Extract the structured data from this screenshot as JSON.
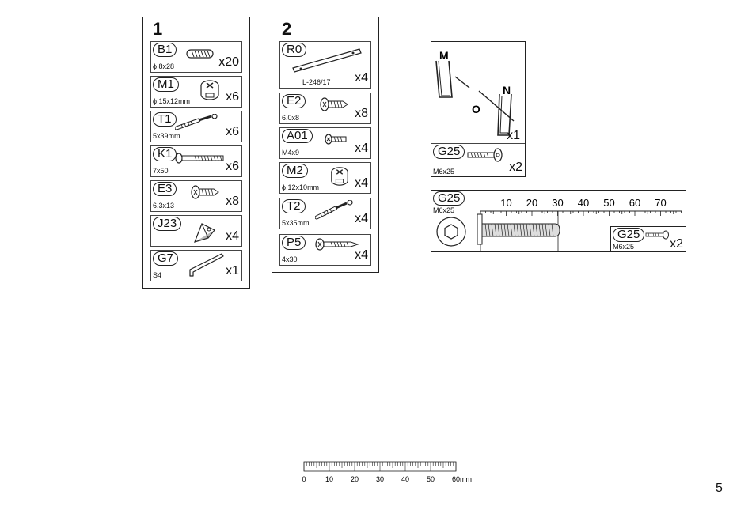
{
  "panel1": {
    "number": "1",
    "items": [
      {
        "code": "B1",
        "size": "ϕ 8x28",
        "qty": "x20",
        "icon": "dowel-icon"
      },
      {
        "code": "M1",
        "size": "ϕ 15x12mm",
        "qty": "x6",
        "icon": "cam-lock-icon"
      },
      {
        "code": "T1",
        "size": "5x39mm",
        "qty": "x6",
        "icon": "cam-bolt-icon"
      },
      {
        "code": "K1",
        "size": "7x50",
        "qty": "x6",
        "icon": "long-screw-icon"
      },
      {
        "code": "E3",
        "size": "6,3x13",
        "qty": "x8",
        "icon": "short-screw-icon"
      },
      {
        "code": "J23",
        "size": "",
        "qty": "x4",
        "icon": "corner-bracket-icon"
      },
      {
        "code": "G7",
        "size": "S4",
        "qty": "x1",
        "icon": "allen-key-icon"
      }
    ]
  },
  "panel2": {
    "number": "2",
    "items": [
      {
        "code": "R0",
        "size": "L-246/17",
        "qty": "x4",
        "icon": "rail-icon"
      },
      {
        "code": "E2",
        "size": "6,0x8",
        "qty": "x8",
        "icon": "short-screw-icon"
      },
      {
        "code": "A01",
        "size": "M4x9",
        "qty": "x4",
        "icon": "small-screw-icon"
      },
      {
        "code": "M2",
        "size": "ϕ 12x10mm",
        "qty": "x4",
        "icon": "cam-lock-icon"
      },
      {
        "code": "T2",
        "size": "5x35mm",
        "qty": "x4",
        "icon": "cam-bolt-icon"
      },
      {
        "code": "P5",
        "size": "4x30",
        "qty": "x4",
        "icon": "wood-screw-icon"
      }
    ]
  },
  "panel3": {
    "labels": {
      "m": "M",
      "n": "N",
      "o": "O"
    },
    "frame_qty": "x1",
    "screw": {
      "code": "G25",
      "size": "M6x25",
      "qty": "x2"
    }
  },
  "ruler_panel": {
    "code": "G25",
    "size": "M6x25",
    "ticks": [
      "10",
      "20",
      "30",
      "40",
      "50",
      "60",
      "70"
    ],
    "inset": {
      "code": "G25",
      "size": "M6x25",
      "qty": "x2"
    }
  },
  "bottom_ruler": {
    "ticks": [
      "0",
      "10",
      "20",
      "30",
      "40",
      "50",
      "60mm"
    ]
  },
  "page_number": "5"
}
